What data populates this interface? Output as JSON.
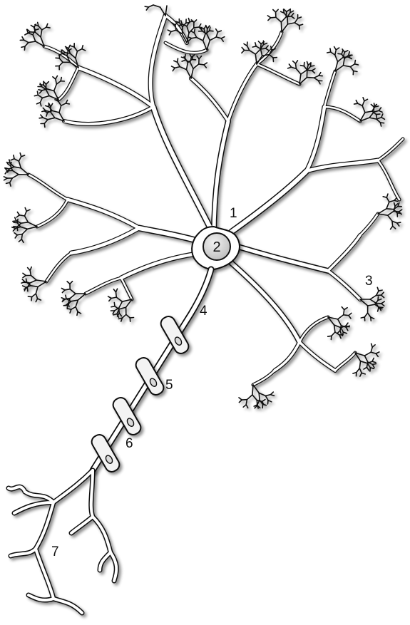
{
  "diagram": {
    "labels": {
      "cell_body": "1",
      "nucleus": "2",
      "dendrite": "3",
      "axon_hillock": "4",
      "myelin_sheath": "5",
      "node_of_ranvier": "6",
      "axon_terminal": "7"
    }
  },
  "colors": {
    "outline": "#111111",
    "fill": "#ffffff",
    "shadow": "#9a9a9a",
    "nucleus_fill": "#d6d6d6",
    "myelin_fill": "#efefef"
  }
}
